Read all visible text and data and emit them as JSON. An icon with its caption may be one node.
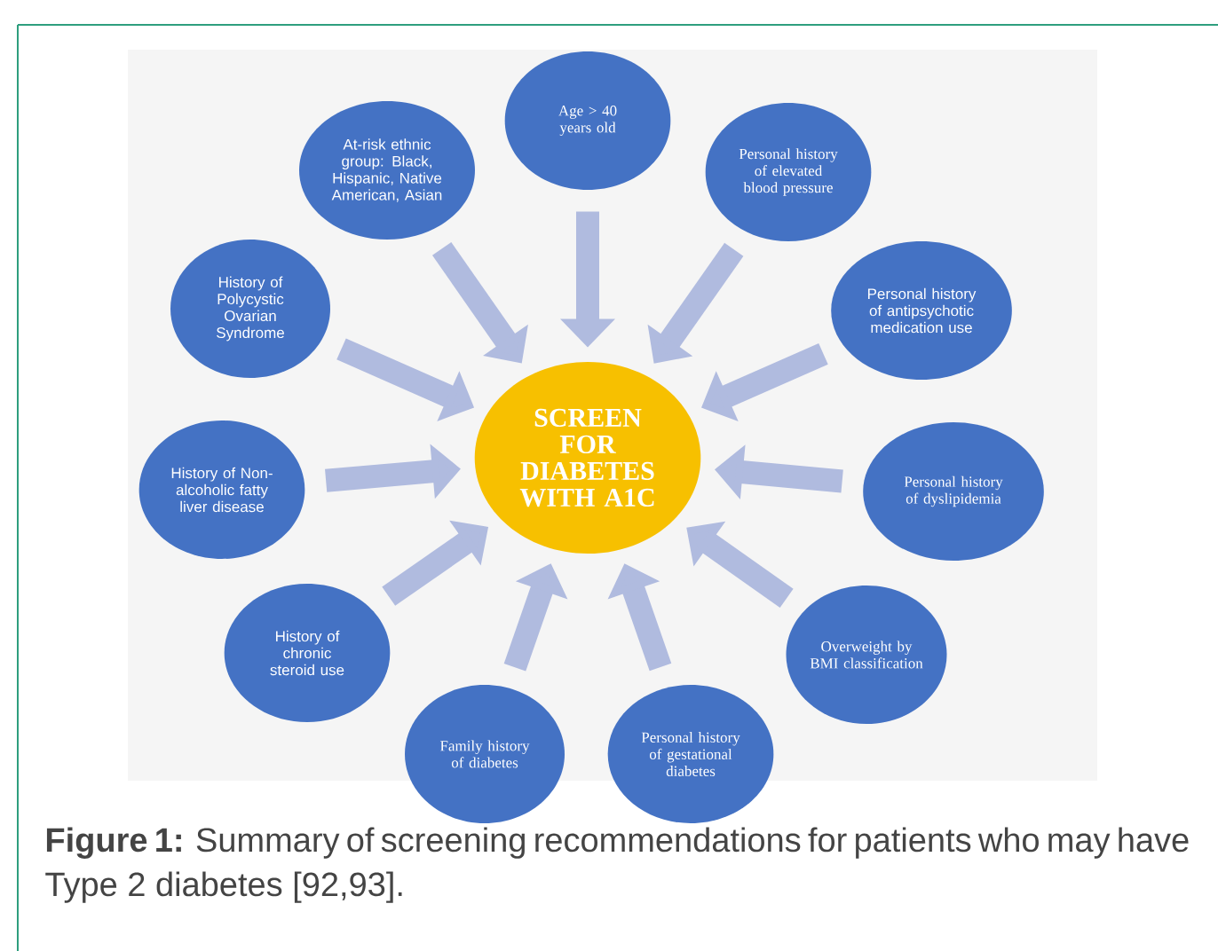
{
  "diagram": {
    "caption": "**Figure 1:** Summary of screening recommendations for patients who may have Type 2 diabetes [92,93].",
    "nodes": [
      {
        "text": [
          "SCREEN FOR DIABETES WITH A1C"
        ]
      },
      {
        "text": [
          "Age > 40 years old"
        ]
      },
      {
        "text": [
          "At-risk ethnic group: Black, Hispanic, Native American, Asian"
        ]
      },
      {
        "text": [
          "Personal history of elevated blood pressure"
        ]
      },
      {
        "text": [
          "History of Polycystic Ovarian Syndrome"
        ]
      },
      {
        "text": [
          "Personal history of antipsychotic medication use"
        ]
      },
      {
        "text": [
          "History of Non-alcoholic fatty liver disease"
        ]
      },
      {
        "text": [
          "Personal history of dyslipidemia"
        ]
      },
      {
        "text": [
          "History of chronic steroid use"
        ]
      },
      {
        "text": [
          "Overweight by BMI classification"
        ]
      },
      {
        "text": [
          "Family history of diabetes"
        ]
      },
      {
        "text": [
          "Personal history of gestational diabetes"
        ]
      }
    ],
    "edges": [
      {
        "from": 1,
        "to": 0,
        "arrow": "to"
      },
      {
        "from": 2,
        "to": 0,
        "arrow": "to"
      },
      {
        "from": 3,
        "to": 0,
        "arrow": "to"
      },
      {
        "from": 4,
        "to": 0,
        "arrow": "to"
      },
      {
        "from": 5,
        "to": 0,
        "arrow": "to"
      },
      {
        "from": 6,
        "to": 0,
        "arrow": "to"
      },
      {
        "from": 7,
        "to": 0,
        "arrow": "to"
      },
      {
        "from": 8,
        "to": 0,
        "arrow": "to"
      },
      {
        "from": 9,
        "to": 0,
        "arrow": "to"
      },
      {
        "from": 10,
        "to": 0,
        "arrow": "to"
      },
      {
        "from": 11,
        "to": 0,
        "arrow": "to"
      }
    ]
  }
}
